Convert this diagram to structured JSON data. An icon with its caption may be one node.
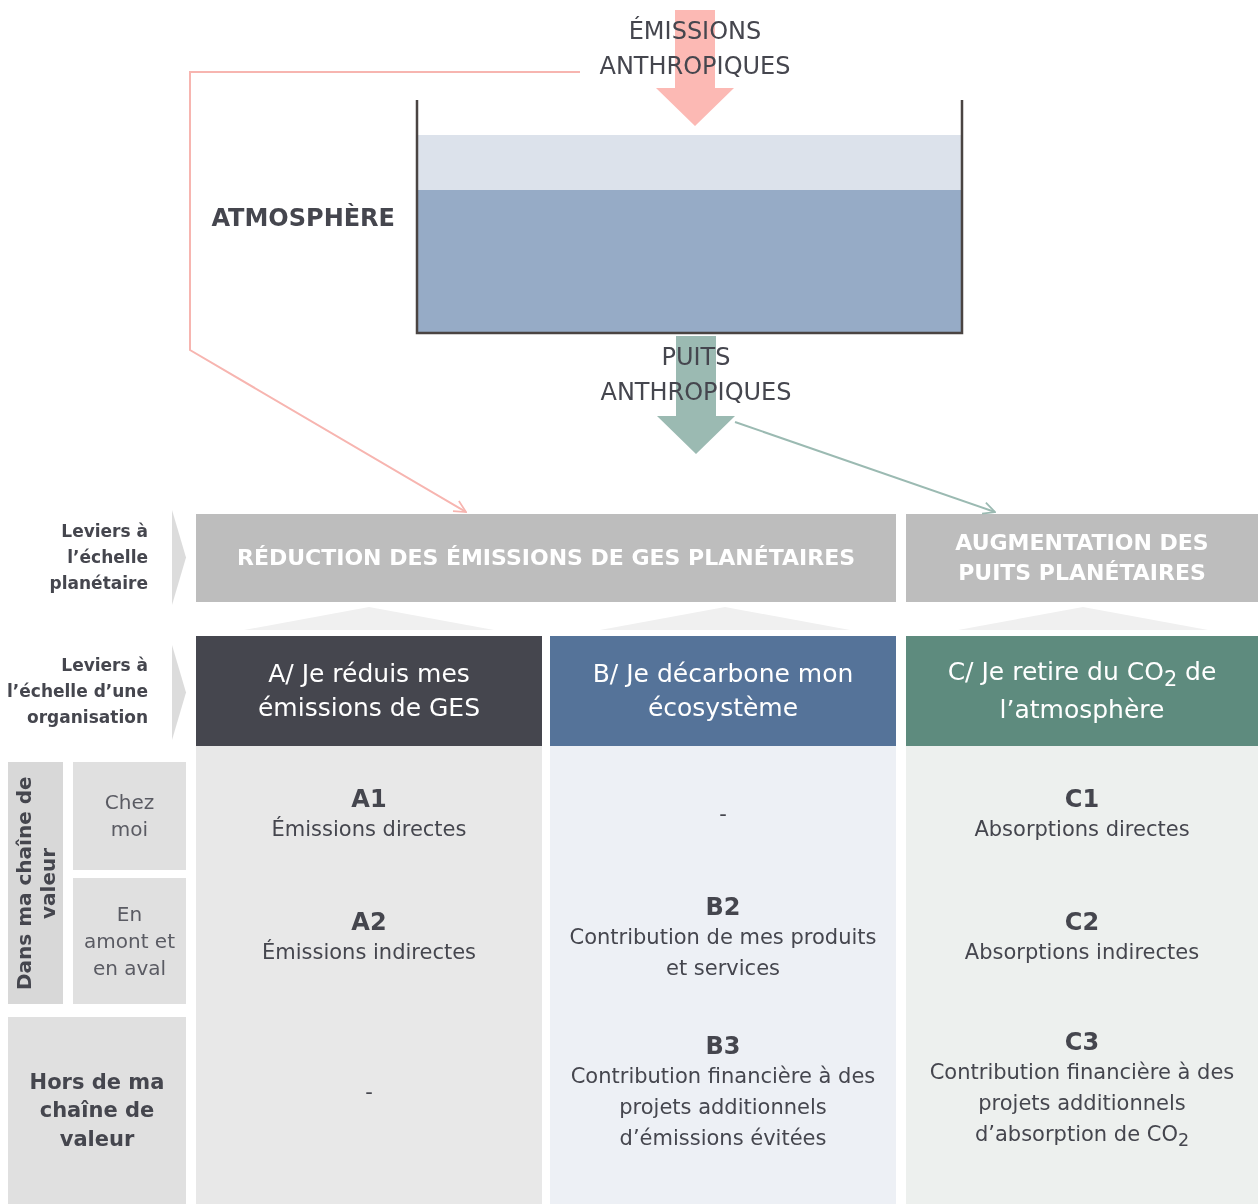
{
  "diagram": {
    "nodes": [
      {
        "text": [
          "ÉMISSIONS ANTHROPIQUES"
        ]
      },
      {
        "text": [
          "ATMOSPHÈRE"
        ]
      },
      {
        "text": [
          "PUITS ANTHROPIQUES"
        ]
      },
      {
        "text": [
          "RÉDUCTION DES ÉMISSIONS DE GES PLANÉTAIRES"
        ]
      },
      {
        "text": [
          "AUGMENTATION DES PUITS PLANÉTAIRES"
        ]
      },
      {
        "text": [
          "A/ Je réduis mes émissions de GES"
        ]
      },
      {
        "text": [
          "B/ Je décarbone mon écosystème"
        ]
      },
      {
        "text": [
          "C/ Je retire du CO$_{2}$ de l’atmosphère"
        ]
      },
      {
        "text": [
          "Dans ma chaîne de valeur"
        ]
      },
      {
        "text": [
          "Chez moi"
        ]
      },
      {
        "text": [
          "En amont et en aval"
        ]
      },
      {
        "text": [
          "Hors de ma chaîne de valeur"
        ]
      },
      {
        "text": [
          "A1",
          "Émissions directes"
        ]
      },
      {
        "text": [
          "-"
        ]
      },
      {
        "text": [
          "C1",
          "Absorptions directes"
        ]
      },
      {
        "text": [
          "A2",
          "Émissions indirectes"
        ]
      },
      {
        "text": [
          "B2",
          "Contribution de mes produits et services"
        ]
      },
      {
        "text": [
          "C2",
          "Absorptions indirectes"
        ]
      },
      {
        "text": [
          "-"
        ]
      },
      {
        "text": [
          "B3",
          "Contribution financière à des projets additionnels d’émissions évitées"
        ]
      },
      {
        "text": [
          "C3",
          "Contribution financière à des projets additionnels d’absorption de CO$_{2}$"
        ]
      },
      {
        "text": [],
        "shape": "chevron"
      },
      {
        "text": [],
        "shape": "chevron"
      },
      {
        "text": [],
        "shape": "trapezoid"
      },
      {
        "text": [],
        "shape": "trapezoid"
      },
      {
        "text": [],
        "shape": "trapezoid"
      }
    ],
    "edges": [
      {
        "from": 0,
        "to": 3,
        "arrow": "to",
        "color": "#f7b5b0"
      },
      {
        "from": 2,
        "to": 4,
        "arrow": "to",
        "color": "#9bbab2"
      }
    ],
    "labels": [
      "Leviers à l’échelle planétaire",
      "Leviers à l’échelle d’une organisation"
    ]
  }
}
